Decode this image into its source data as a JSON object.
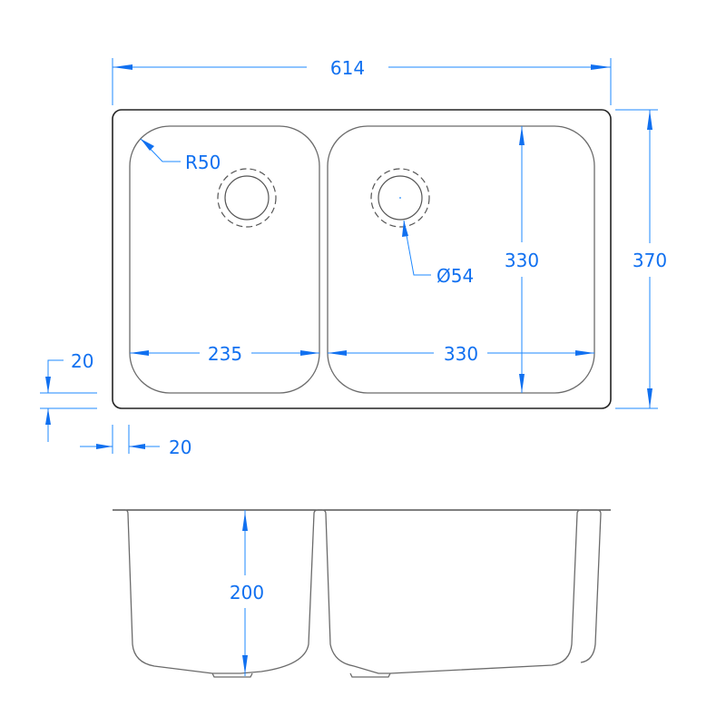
{
  "drawing": {
    "title": "Double bowl undermount sink - dimension drawing",
    "units": "mm",
    "colors": {
      "dimension": "#1070f0",
      "outline": "#222222",
      "bowl": "#6b6b6b",
      "background": "#ffffff"
    }
  },
  "plan_view": {
    "overall_width": {
      "label": "614",
      "value": 614
    },
    "overall_depth": {
      "label": "370",
      "value": 370
    },
    "corner_radius": {
      "label": "R50",
      "value": 50
    },
    "left_bowl": {
      "width": {
        "label": "235",
        "value": 235
      },
      "waste": {
        "style": "circle with dashed outer ring"
      }
    },
    "right_bowl": {
      "width": {
        "label": "330",
        "value": 330
      },
      "depth": {
        "label": "330",
        "value": 330
      },
      "waste": {
        "label": "Ø54",
        "value": 54
      }
    },
    "rim_front": {
      "label": "20",
      "value": 20
    },
    "rim_side": {
      "label": "20",
      "value": 20
    }
  },
  "side_view": {
    "bowl_depth": {
      "label": "200",
      "value": 200
    }
  }
}
